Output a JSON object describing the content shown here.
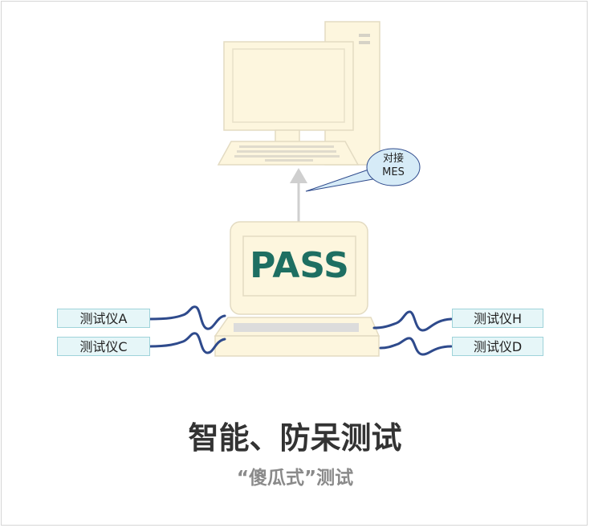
{
  "diagram": {
    "bubble": {
      "line1": "对接",
      "line2": "MES"
    },
    "screen_text": "PASS",
    "instruments": {
      "a": "测试仪A",
      "c": "测试仪C",
      "h": "测试仪H",
      "d": "测试仪D"
    }
  },
  "captions": {
    "title": "智能、防呆测试",
    "subtitle": "“傻瓜式”测试"
  },
  "colors": {
    "device_fill": "#fdf6de",
    "device_stroke": "#e3dbc2",
    "cable": "#2e4a8c",
    "arrow": "#cfcfcf",
    "pass_text": "#1e6f62",
    "label_fill": "#e6f6f8",
    "bubble_fill": "#d6ebf7"
  }
}
